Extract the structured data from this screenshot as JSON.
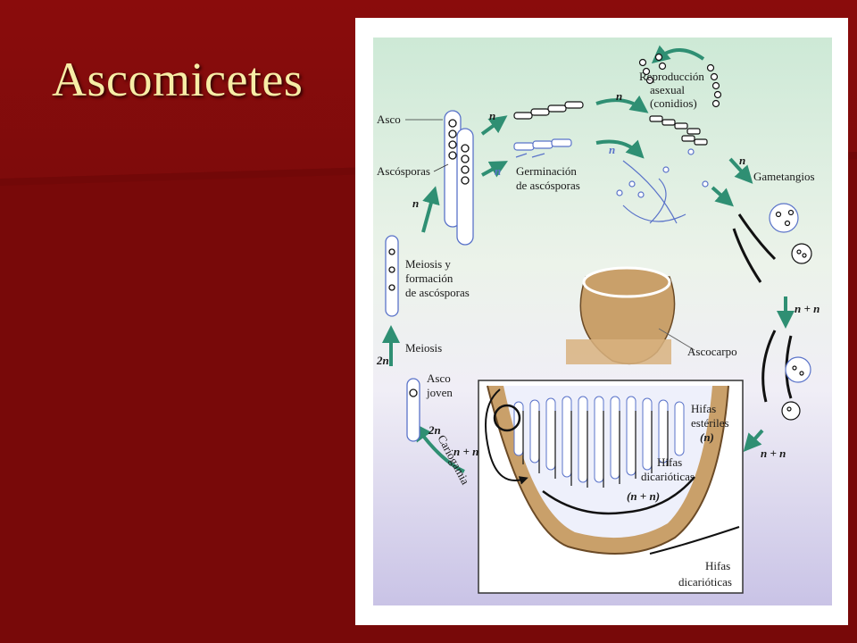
{
  "slide": {
    "title": "Ascomicetes"
  },
  "colors": {
    "background": "#7a0a0a",
    "title": "#f7eda6",
    "arrow": "#2f8f73",
    "cell_outline": "#5a73c9",
    "ascocarp": "#c9a06a"
  },
  "diagram": {
    "labels": {
      "asco": "Asco",
      "ascosporas": "Ascósporas",
      "germinacion_1": "Germinación",
      "germinacion_2": "de ascósporas",
      "reproduccion_1": "Reproducción",
      "reproduccion_2": "asexual",
      "reproduccion_3": "(conidios)",
      "gametangios": "Gametangios",
      "meiosis_formacion_1": "Meiosis y",
      "meiosis_formacion_2": "formación",
      "meiosis_formacion_3": "de ascósporas",
      "meiosis": "Meiosis",
      "asco_joven_1": "Asco",
      "asco_joven_2": "joven",
      "ascocarpo": "Ascocarpo",
      "cariogamia": "Cariogamia",
      "hifas_esteriles_1": "Hifas",
      "hifas_esteriles_2": "estériles",
      "hifas_esteriles_3": "(n)",
      "hifas_dicarioticas_a_1": "Hifas",
      "hifas_dicarioticas_a_2": "dicarióticas",
      "hifas_dicarioticas_a_3": "(n + n)",
      "hifas_dicarioticas_b_1": "Hifas",
      "hifas_dicarioticas_b_2": "dicarióticas"
    },
    "ploidy": {
      "n": "n",
      "two_n": "2n",
      "n_plus_n": "n + n"
    }
  }
}
